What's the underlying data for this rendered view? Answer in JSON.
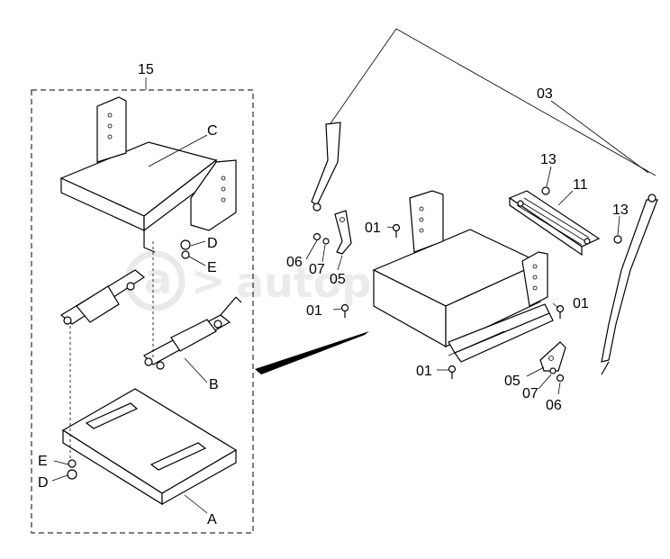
{
  "watermark": "autopiter.ru",
  "labels": {
    "group_15": "15",
    "part_C": "C",
    "part_D_top": "D",
    "part_E_top": "E",
    "part_B": "B",
    "part_E_bottom": "E",
    "part_D_bottom": "D",
    "part_A": "A",
    "part_03": "03",
    "part_13_a": "13",
    "part_11": "11",
    "part_13_b": "13",
    "part_01_a": "01",
    "part_06_a": "06",
    "part_07_a": "07",
    "part_05_a": "05",
    "part_01_b": "01",
    "part_01_c": "01",
    "part_01_d": "01",
    "part_05_b": "05",
    "part_07_b": "07",
    "part_06_b": "06"
  }
}
